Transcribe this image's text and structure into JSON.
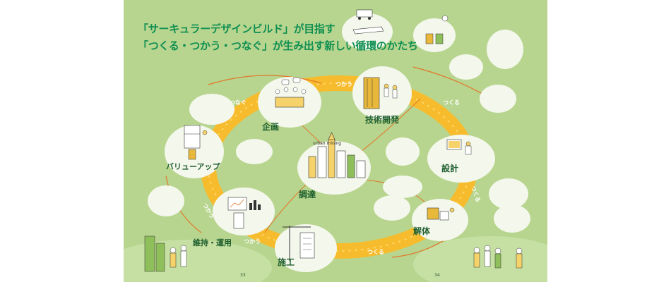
{
  "title": {
    "line1": "「サーキュラーデザインビルド」が目指す",
    "line2": "「つくる・つかう・つなぐ」が生み出す新しい循環のかたち"
  },
  "stages": {
    "kikaku": "企画",
    "gijutsu": "技術開発",
    "sekkei": "設計",
    "kaitai": "解体",
    "seko": "施工",
    "iji": "維持・運用",
    "chotatsu": "調達",
    "value": "バリューアップ"
  },
  "cycle_labels": {
    "tsukau_top": "つかう",
    "tsukuru_right": "つくる",
    "tsukuru_right2": "つくる",
    "tsukuru_bottom": "つくる",
    "tsukau_bottom": "つかう",
    "tsukau_left": "つかう",
    "tsunagu_left": "つなぐ"
  },
  "center": {
    "urban_mining": "urban mining"
  },
  "page_numbers": {
    "left": "33",
    "right": "34"
  },
  "colors": {
    "background": "#b7d58e",
    "ring": "#f6bc2e",
    "title": "#0f8f52",
    "bubble": "#f4f7ec",
    "arrow": "#e2762a"
  }
}
